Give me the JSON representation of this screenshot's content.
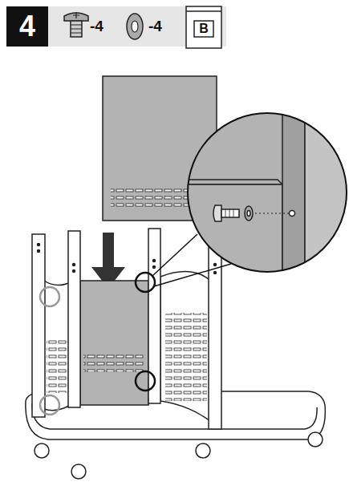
{
  "diagram": {
    "nodes": [
      {
        "text": [
          "4"
        ]
      },
      {
        "text": [
          "B"
        ]
      }
    ],
    "labels": [
      "-4",
      "-4"
    ]
  }
}
